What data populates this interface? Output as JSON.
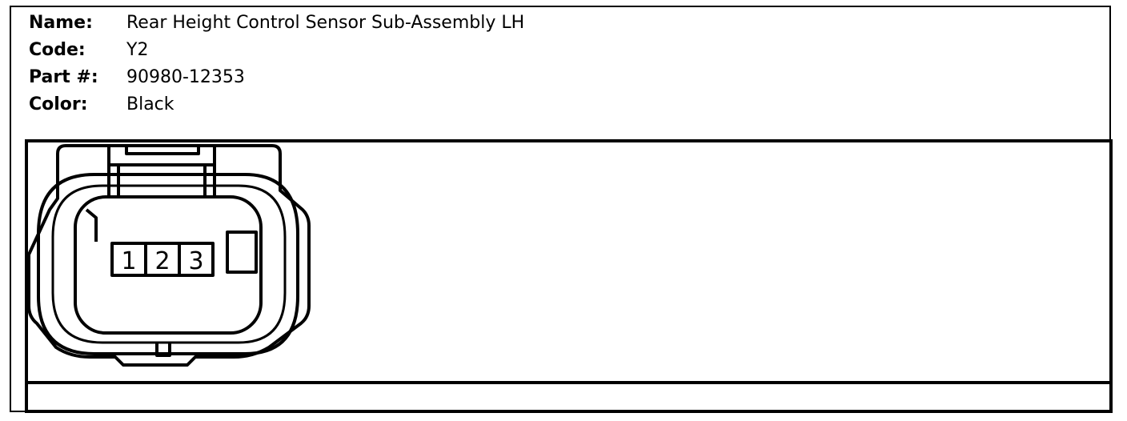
{
  "fields": [
    {
      "label": "Name:",
      "value": "Rear Height Control Sensor Sub-Assembly LH"
    },
    {
      "label": "Code:",
      "value": "Y2"
    },
    {
      "label": "Part #:",
      "value": "90980-12353"
    },
    {
      "label": "Color:",
      "value": "Black"
    }
  ],
  "connector": {
    "pins": [
      "1",
      "2",
      "3"
    ]
  }
}
